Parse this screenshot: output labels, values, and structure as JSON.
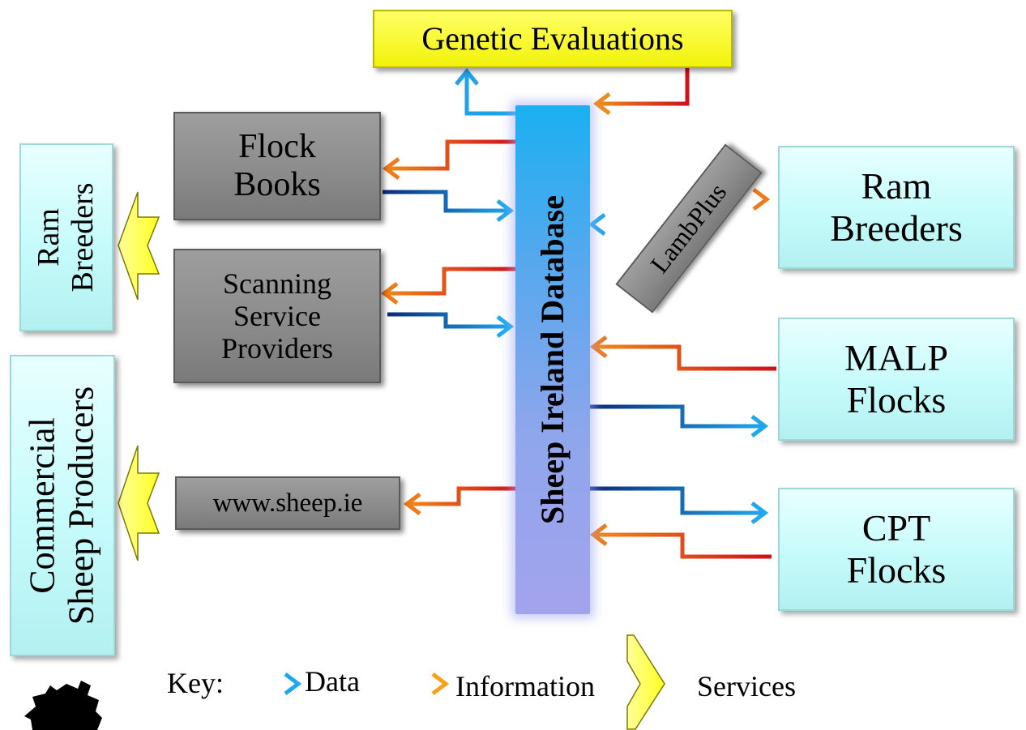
{
  "title_box": "Genetic Evaluations",
  "database": "Sheep Ireland Database",
  "left_boxes": {
    "ram_breeders": [
      "Ram",
      "Breeders"
    ],
    "commercial": [
      "Commercial",
      "Sheep Producers"
    ]
  },
  "grey_boxes": {
    "flock_books": [
      "Flock",
      "Books"
    ],
    "scanning": [
      "Scanning",
      "Service",
      "Providers"
    ],
    "website": "www.sheep.ie",
    "lambplus": "LambPlus"
  },
  "right_boxes": {
    "ram_breeders": [
      "Ram",
      "Breeders"
    ],
    "malp": [
      "MALP",
      "Flocks"
    ],
    "cpt": [
      "CPT",
      "Flocks"
    ]
  },
  "key": {
    "label": "Key:",
    "data": "Data",
    "information": "Information",
    "services": "Services"
  },
  "colors": {
    "data_arrow": "#1f9be0",
    "information_arrow": "#f07a1a",
    "services_arrow": "#ffff33"
  },
  "icons": [
    "ireland-logo-icon"
  ]
}
